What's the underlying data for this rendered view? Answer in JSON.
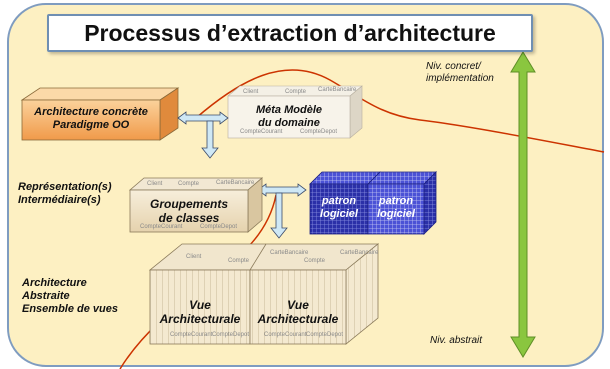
{
  "title": "Processus d’extraction d’architecture",
  "nodes": {
    "architecture_concrete": "Architecture concrète\nParadigme OO",
    "meta_modele": "Méta Modèle\ndu domaine",
    "representation_label": "Représentation(s)\nIntermédiaire(s)",
    "groupements": "Groupements\nde classes",
    "patron_1": "patron\nlogiciel",
    "patron_2": "patron\nlogiciel",
    "architecture_abstraite_label": "Architecture\nAbstraite\nEnsemble de vues",
    "vue_1": "Vue\nArchitecturale",
    "vue_2": "Vue\nArchitecturale"
  },
  "scale": {
    "top": "Niv. concret/\nimplémentation",
    "bottom": "Niv. abstrait"
  },
  "inner_class_labels": [
    "Client",
    "Compte",
    "CarteBancaire",
    "CompteCourant",
    "CompteDepot"
  ],
  "colors": {
    "background_panel": "#fdf0c2",
    "panel_border": "#7f9cc0",
    "cube_orange": "#f5b06a",
    "cube_beige": "#efe2c7",
    "cube_blue": "#2a2fb0",
    "arrow_green": "#8ac63f",
    "arrow_blue": "#bfe0f0",
    "curve_red": "#cc3300"
  }
}
